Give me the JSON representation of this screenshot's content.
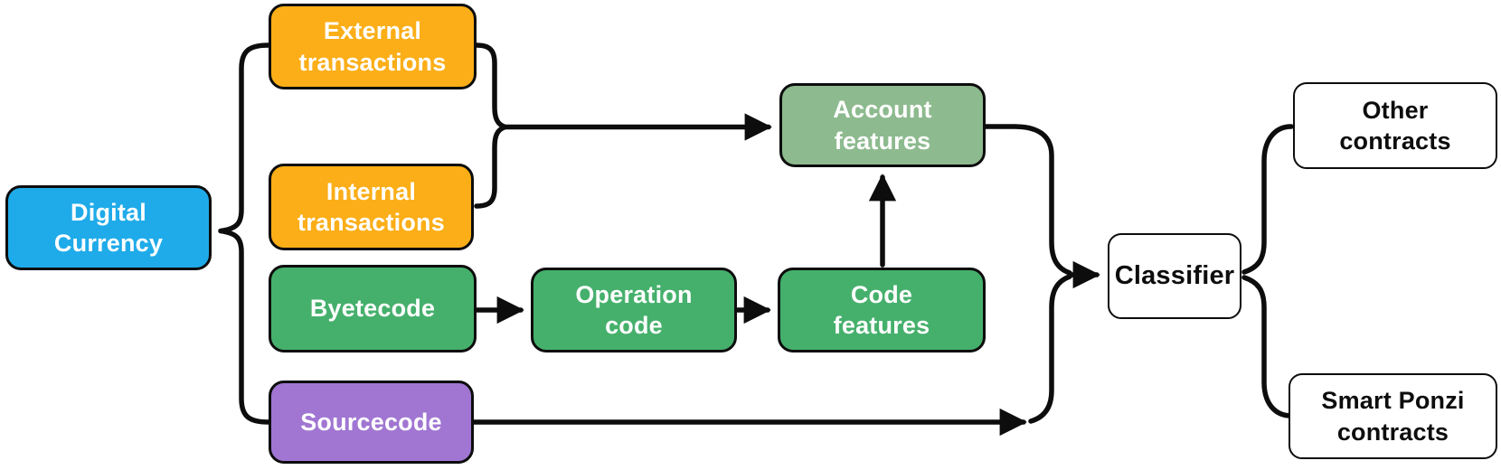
{
  "diagram": {
    "type": "flowchart",
    "background": "#ffffff",
    "line_color": "#0d0d0d"
  },
  "nodes": {
    "digital_currency": {
      "label": "Digital\nCurrency",
      "fill": "#1FABE9",
      "text_color": "#ffffff"
    },
    "external_transactions": {
      "label": "External\ntransactions",
      "fill": "#FBAE17",
      "text_color": "#ffffff"
    },
    "internal_transactions": {
      "label": "Internal\ntransactions",
      "fill": "#FBAE17",
      "text_color": "#ffffff"
    },
    "byetecode": {
      "label": "Byetecode",
      "fill": "#45B06C",
      "text_color": "#ffffff"
    },
    "sourcecode": {
      "label": "Sourcecode",
      "fill": "#A076D2",
      "text_color": "#ffffff"
    },
    "operation_code": {
      "label": "Operation\ncode",
      "fill": "#45B06C",
      "text_color": "#ffffff"
    },
    "code_features": {
      "label": "Code\nfeatures",
      "fill": "#45B06C",
      "text_color": "#ffffff"
    },
    "account_features": {
      "label": "Account\nfeatures",
      "fill": "#8DBA8E",
      "text_color": "#ffffff"
    },
    "classifier": {
      "label": "Classifier",
      "fill": "#ffffff",
      "text_color": "#0d0d0d"
    },
    "other_contracts": {
      "label": "Other\ncontracts",
      "fill": "#ffffff",
      "text_color": "#0d0d0d"
    },
    "smart_ponzi_contracts": {
      "label": "Smart Ponzi\ncontracts",
      "fill": "#ffffff",
      "text_color": "#0d0d0d"
    }
  },
  "edges": [
    {
      "from": "digital_currency",
      "to": "external_transactions",
      "connector": "brace"
    },
    {
      "from": "digital_currency",
      "to": "internal_transactions",
      "connector": "brace"
    },
    {
      "from": "digital_currency",
      "to": "byetecode",
      "connector": "brace"
    },
    {
      "from": "digital_currency",
      "to": "sourcecode",
      "connector": "brace"
    },
    {
      "from": "external_transactions",
      "to": "account_features",
      "connector": "merged-arrow"
    },
    {
      "from": "internal_transactions",
      "to": "account_features",
      "connector": "merged-arrow"
    },
    {
      "from": "byetecode",
      "to": "operation_code",
      "connector": "arrow"
    },
    {
      "from": "operation_code",
      "to": "code_features",
      "connector": "arrow"
    },
    {
      "from": "code_features",
      "to": "account_features",
      "connector": "arrow"
    },
    {
      "from": "account_features",
      "to": "classifier",
      "connector": "merged-arrow"
    },
    {
      "from": "sourcecode",
      "to": "classifier",
      "connector": "merged-arrow"
    },
    {
      "from": "classifier",
      "to": "other_contracts",
      "connector": "brace"
    },
    {
      "from": "classifier",
      "to": "smart_ponzi_contracts",
      "connector": "brace"
    }
  ]
}
